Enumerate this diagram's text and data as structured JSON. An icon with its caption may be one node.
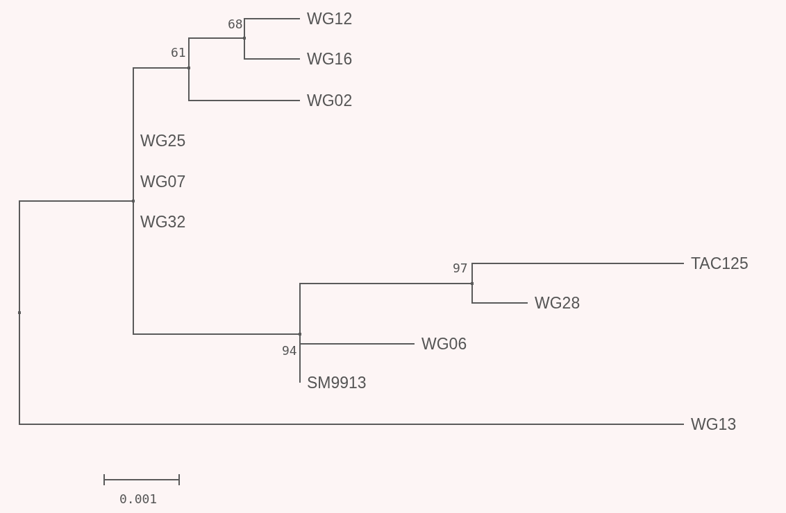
{
  "diagram": {
    "nodes": [
      {
        "text": [],
        "shape": "point"
      },
      {
        "text": [],
        "shape": "point"
      },
      {
        "text": [],
        "shape": "point",
        "beside": [
          "61"
        ]
      },
      {
        "text": [],
        "shape": "point",
        "beside": [
          "68"
        ]
      },
      {
        "text": [
          "WG12"
        ]
      },
      {
        "text": [
          "WG16"
        ]
      },
      {
        "text": [
          "WG02"
        ]
      },
      {
        "text": [
          "WG25"
        ]
      },
      {
        "text": [
          "WG07"
        ]
      },
      {
        "text": [
          "WG32"
        ]
      },
      {
        "text": [],
        "shape": "point",
        "beside": [
          "94"
        ]
      },
      {
        "text": [],
        "shape": "point",
        "beside": [
          "97"
        ]
      },
      {
        "text": [
          "TAC125"
        ]
      },
      {
        "text": [
          "WG28"
        ]
      },
      {
        "text": [
          "WG06"
        ]
      },
      {
        "text": [
          "SM9913"
        ]
      },
      {
        "text": [
          "WG13"
        ]
      }
    ],
    "edges": [
      {
        "from": 0,
        "to": 1,
        "arrow": "none"
      },
      {
        "from": 0,
        "to": 16,
        "arrow": "none"
      },
      {
        "from": 1,
        "to": 2,
        "arrow": "none"
      },
      {
        "from": 1,
        "to": 7,
        "arrow": "none"
      },
      {
        "from": 1,
        "to": 8,
        "arrow": "none"
      },
      {
        "from": 1,
        "to": 9,
        "arrow": "none"
      },
      {
        "from": 1,
        "to": 10,
        "arrow": "none"
      },
      {
        "from": 2,
        "to": 3,
        "arrow": "none"
      },
      {
        "from": 2,
        "to": 6,
        "arrow": "none"
      },
      {
        "from": 3,
        "to": 4,
        "arrow": "none"
      },
      {
        "from": 3,
        "to": 5,
        "arrow": "none"
      },
      {
        "from": 10,
        "to": 11,
        "arrow": "none"
      },
      {
        "from": 10,
        "to": 14,
        "arrow": "none"
      },
      {
        "from": 10,
        "to": 15,
        "arrow": "none"
      },
      {
        "from": 11,
        "to": 12,
        "arrow": "none"
      },
      {
        "from": 11,
        "to": 13,
        "arrow": "none"
      }
    ],
    "labels": [
      "0.001"
    ]
  }
}
